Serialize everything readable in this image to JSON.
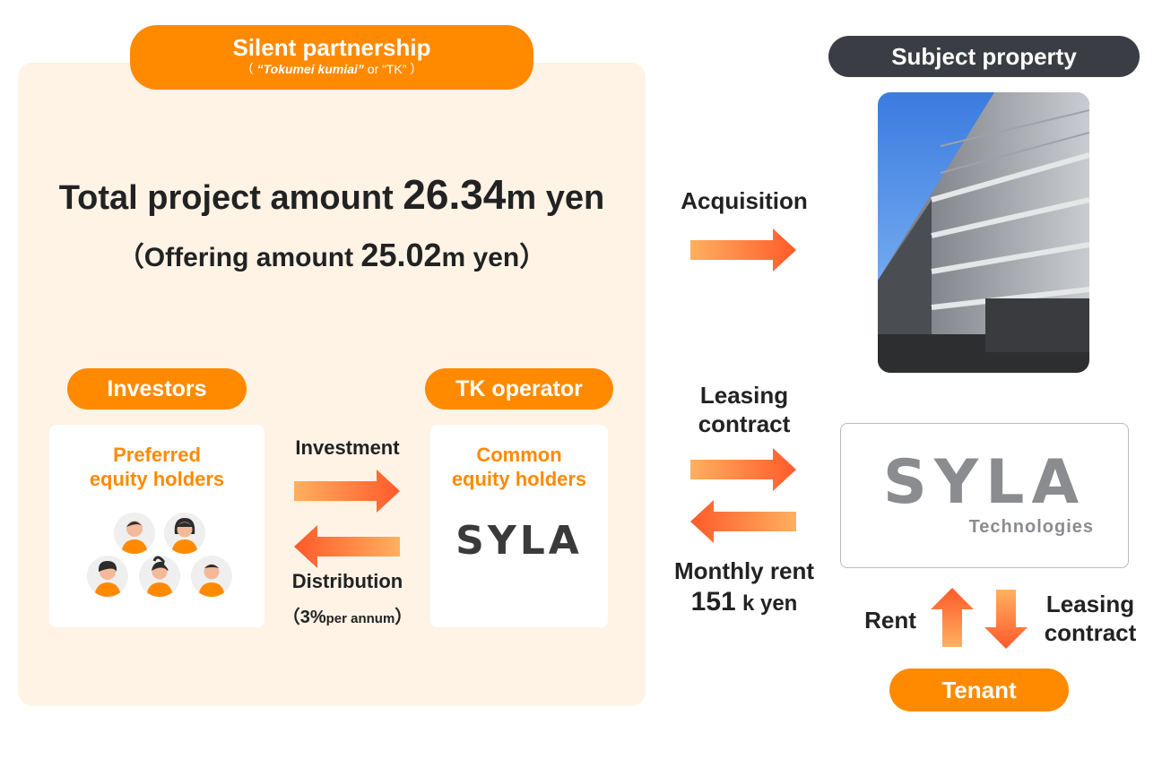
{
  "silent_partnership": {
    "title": "Silent partnership",
    "subtitle_open": "（ ",
    "subtitle_italic": "“Tokumei kumiai”",
    "subtitle_mid": " or “TK”",
    "subtitle_close": " ）"
  },
  "total": {
    "prefix": "Total project amount ",
    "amount": "26.34",
    "unit": "m yen"
  },
  "offering": {
    "prefix": "（Offering amount ",
    "amount": "25.02",
    "unit": "m yen）"
  },
  "investors": {
    "title": "Investors",
    "card_line1": "Preferred",
    "card_line2": "equity holders"
  },
  "operator": {
    "title": "TK operator",
    "card_line1": "Common",
    "card_line2": "equity holders",
    "logo": "SYLA"
  },
  "flows": {
    "investment": "Investment",
    "distribution": "Distribution",
    "distribution_rate_open": "（3%",
    "distribution_rate_unit": "per annum",
    "distribution_rate_close": "）",
    "acquisition": "Acquisition",
    "leasing_contract_1": "Leasing",
    "leasing_contract_2": "contract",
    "monthly_rent_1": "Monthly rent",
    "monthly_rent_amount": "151",
    "monthly_rent_unit": "k yen",
    "rent": "Rent",
    "tenant_leasing_1": "Leasing",
    "tenant_leasing_2": "contract"
  },
  "property": {
    "title": "Subject property"
  },
  "syla_tech": {
    "logo": "SYLA",
    "sub": "Technologies"
  },
  "tenant": {
    "title": "Tenant"
  },
  "colors": {
    "orange": "#ff8a00",
    "panel_bg": "#fff3e6",
    "dark_pill": "#3a3d44",
    "arrow_start": "#ffb060",
    "arrow_end": "#ff5a2a"
  }
}
